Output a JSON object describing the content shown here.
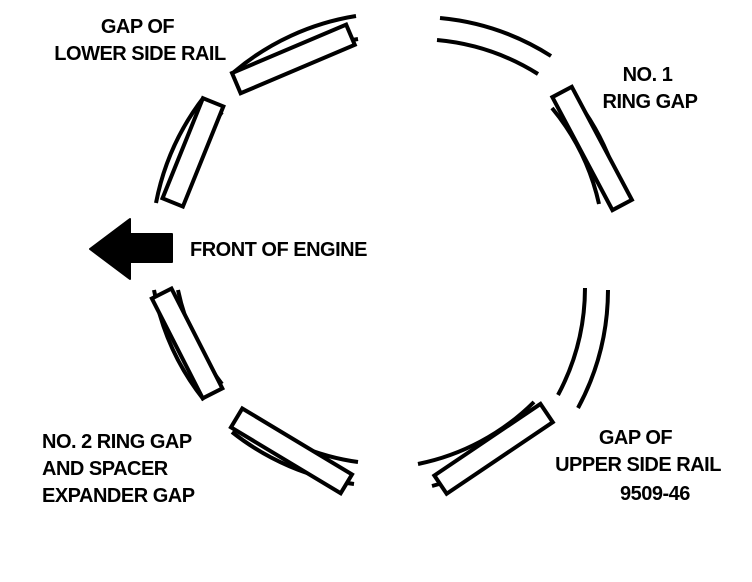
{
  "labels": {
    "lower_side_rail": [
      "GAP OF",
      "LOWER SIDE RAIL"
    ],
    "no1_ring": [
      "NO. 1",
      "RING GAP"
    ],
    "front_of_engine": "FRONT OF ENGINE",
    "no2_ring": [
      "NO. 2 RING GAP",
      "AND SPACER",
      "EXPANDER GAP"
    ],
    "upper_side_rail": [
      "GAP OF",
      "UPPER SIDE RAIL"
    ],
    "figure_number": "9509-46"
  },
  "colors": {
    "ink": "#000000",
    "paper": "#ffffff"
  },
  "icons": {
    "direction_arrow": "left-arrow-icon"
  }
}
